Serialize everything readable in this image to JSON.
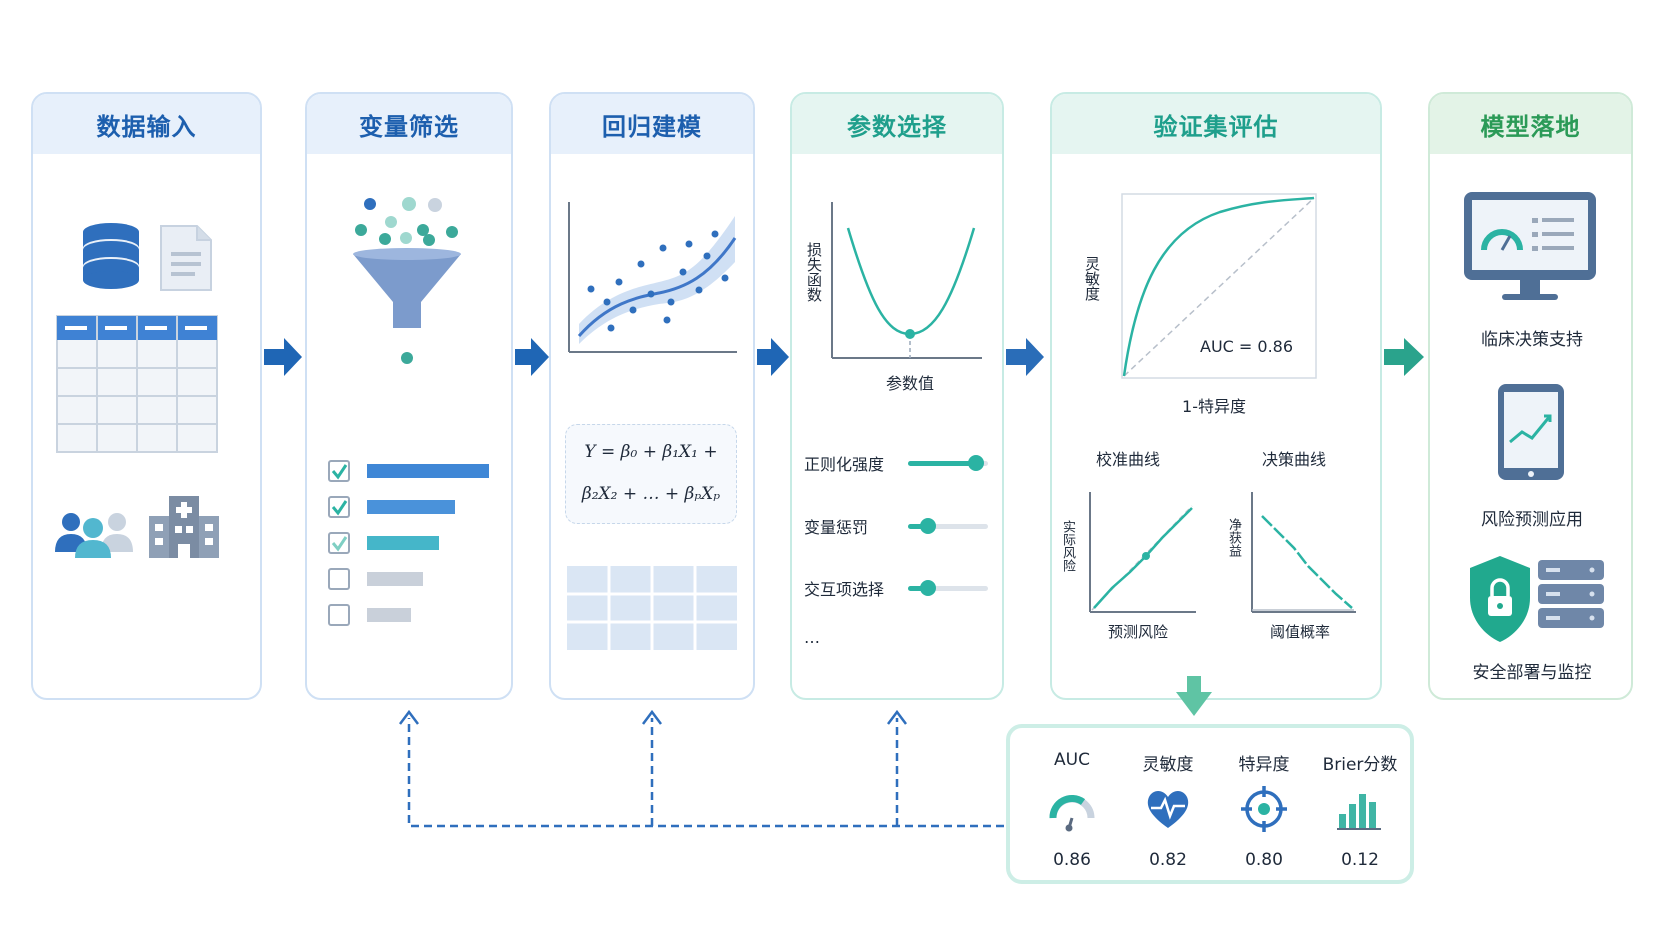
{
  "stages": {
    "data_input": {
      "title": "数据输入"
    },
    "variable_selection": {
      "title": "变量筛选"
    },
    "regression": {
      "title": "回归建模",
      "formula_line1": "Y = β₀ + β₁X₁ +",
      "formula_line2": "β₂X₂ + … + βₚXₚ"
    },
    "parameter_selection": {
      "title": "参数选择",
      "y_label": "损失函数",
      "x_label": "参数值",
      "sliders": [
        {
          "label": "正则化强度",
          "value": 0.85
        },
        {
          "label": "变量惩罚",
          "value": 0.25
        },
        {
          "label": "交互项选择",
          "value": 0.25
        }
      ],
      "ellipsis": "…"
    },
    "validation": {
      "title": "验证集评估",
      "roc_y_label": "灵敏度",
      "roc_x_label": "1-特异度",
      "auc_text": "AUC = 0.86",
      "calibration_title": "校准曲线",
      "calibration_y": "实际风险",
      "calibration_x": "预测风险",
      "decision_title": "决策曲线",
      "decision_y": "净获益",
      "decision_x": "阈值概率"
    },
    "deployment": {
      "title": "模型落地",
      "items": [
        "临床决策支持",
        "风险预测应用",
        "安全部署与监控"
      ]
    }
  },
  "metrics": [
    {
      "name": "AUC",
      "value": "0.86",
      "icon": "gauge-icon"
    },
    {
      "name": "灵敏度",
      "value": "0.82",
      "icon": "heart-pulse-icon"
    },
    {
      "name": "特异度",
      "value": "0.80",
      "icon": "target-icon"
    },
    {
      "name": "Brier分数",
      "value": "0.12",
      "icon": "bar-chart-icon"
    }
  ],
  "colors": {
    "blue": "#1d5fae",
    "mid_blue": "#3f87d6",
    "teal": "#2bb3a3",
    "green": "#2b9a57",
    "panel_border": "#cfe0f4"
  }
}
